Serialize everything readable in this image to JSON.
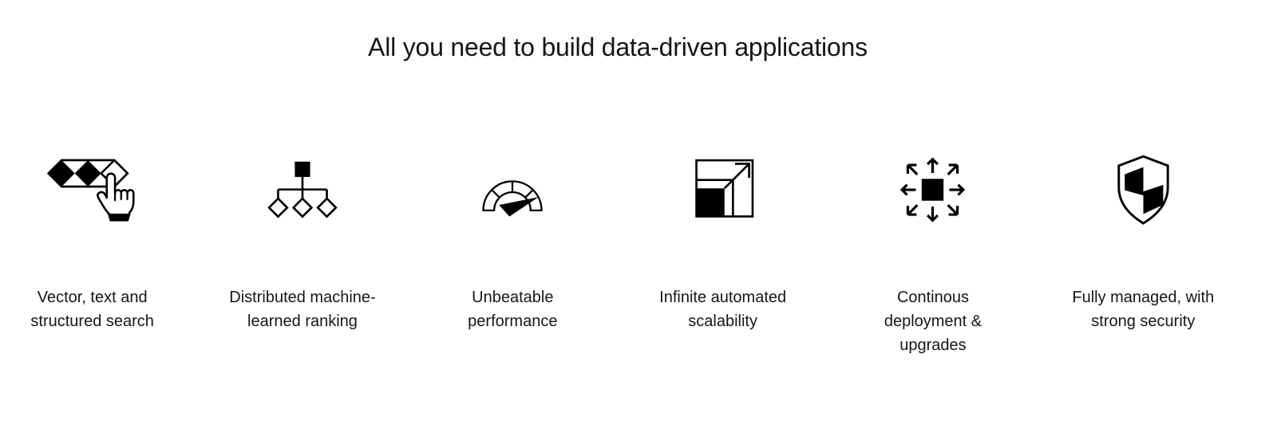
{
  "page": {
    "background_color": "#ffffff",
    "text_color": "#161616",
    "icon_color": "#000000"
  },
  "heading": "All you need to build data-driven applications",
  "features": [
    {
      "icon": "vector-search-tap-icon",
      "label": "Vector, text and structured search",
      "lines": [
        "Vector, text and",
        "structured search"
      ]
    },
    {
      "icon": "ranking-tree-icon",
      "label": "Distributed machine-learned ranking",
      "lines": [
        "Distributed machine-",
        "learned ranking"
      ]
    },
    {
      "icon": "performance-gauge-icon",
      "label": "Unbeatable performance",
      "lines": [
        "Unbeatable",
        "performance"
      ]
    },
    {
      "icon": "scalability-expand-icon",
      "label": "Infinite automated scalability",
      "lines": [
        "Infinite automated",
        "scalability"
      ]
    },
    {
      "icon": "deployment-arrows-icon",
      "label": "Continous deployment & upgrades",
      "lines": [
        "Continous",
        "deployment &",
        "upgrades"
      ]
    },
    {
      "icon": "security-shield-icon",
      "label": "Fully managed, with strong security",
      "lines": [
        "Fully managed, with",
        "strong security"
      ]
    }
  ]
}
